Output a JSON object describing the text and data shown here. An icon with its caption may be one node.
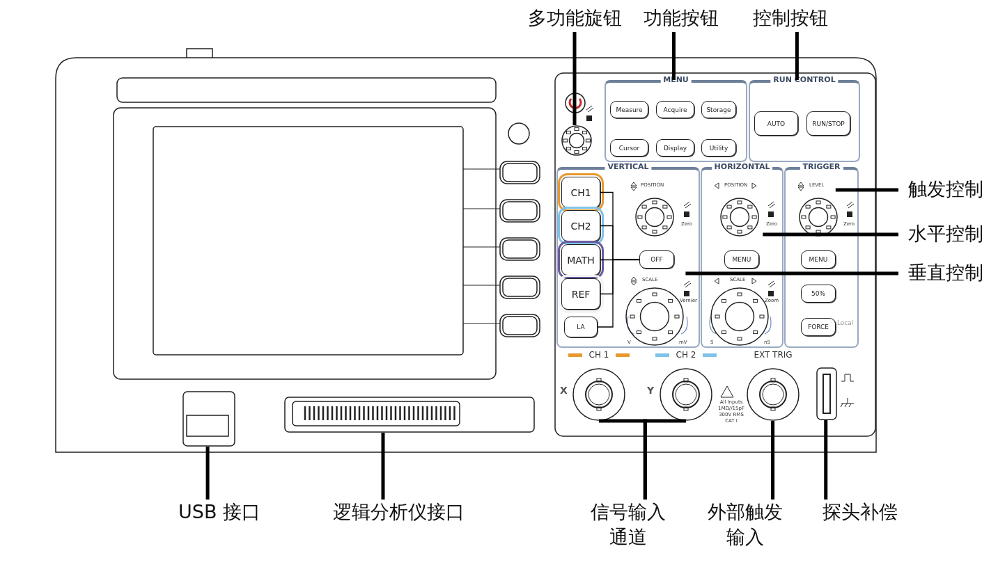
{
  "diagram": {
    "nodes": [
      {
        "text": [
          "多功能旋钮"
        ]
      },
      {
        "text": [
          "功能按钮"
        ]
      },
      {
        "text": [
          "控制按钮"
        ]
      },
      {
        "text": [],
        "shape": "circle"
      },
      {
        "text": [
          "MENU"
        ]
      },
      {
        "text": [
          "Measure"
        ],
        "in": 4
      },
      {
        "text": [
          "Acquire"
        ],
        "in": 4
      },
      {
        "text": [
          "Storage"
        ],
        "in": 4
      },
      {
        "text": [
          "Cursor"
        ],
        "in": 4
      },
      {
        "text": [
          "Display"
        ],
        "in": 4
      },
      {
        "text": [
          "Utility"
        ],
        "in": 4
      },
      {
        "text": [
          "RUN CONTROL"
        ]
      },
      {
        "text": [
          "AUTO"
        ],
        "in": 11
      },
      {
        "text": [
          "RUN/STOP"
        ],
        "in": 11
      },
      {
        "text": [
          "VERTICAL"
        ]
      },
      {
        "text": [
          "CH1"
        ],
        "in": 14
      },
      {
        "text": [
          "CH2"
        ],
        "in": 14
      },
      {
        "text": [
          "MATH"
        ],
        "in": 14
      },
      {
        "text": [
          "REF"
        ],
        "in": 14
      },
      {
        "text": [
          "LA"
        ],
        "in": 14
      },
      {
        "text": [
          "OFF"
        ],
        "in": 14
      },
      {
        "text": [
          "HORIZONTAL"
        ]
      },
      {
        "text": [
          "MENU"
        ],
        "in": 21
      },
      {
        "text": [
          "TRIGGER"
        ]
      },
      {
        "text": [
          "MENU"
        ],
        "in": 23
      },
      {
        "text": [
          "50%"
        ],
        "in": 23
      },
      {
        "text": [
          "FORCE"
        ],
        "in": 23,
        "beside": [
          "Local"
        ]
      },
      {
        "text": [
          "触发控制"
        ]
      },
      {
        "text": [
          "水平控制"
        ]
      },
      {
        "text": [
          "垂直控制"
        ]
      },
      {
        "text": [
          "CH 1"
        ],
        "beside": [
          "X"
        ]
      },
      {
        "text": [
          "CH 2"
        ],
        "beside": [
          "Y"
        ]
      },
      {
        "text": [
          "EXT TRIG"
        ]
      },
      {
        "text": [],
        "shape": "box"
      },
      {
        "text": [],
        "shape": "box"
      },
      {
        "text": [],
        "shape": "box"
      },
      {
        "text": [
          "USB 接口"
        ]
      },
      {
        "text": [
          "逻辑分析仪接口"
        ]
      },
      {
        "text": [
          "信号输入通道"
        ]
      },
      {
        "text": [
          "外部触发输入"
        ]
      },
      {
        "text": [
          "探头补偿"
        ]
      },
      {
        "text": [],
        "shape": "circle",
        "in": 14
      },
      {
        "text": [],
        "shape": "circle",
        "in": 14
      },
      {
        "text": [],
        "shape": "circle",
        "in": 21
      },
      {
        "text": [],
        "shape": "circle",
        "in": 21
      },
      {
        "text": [],
        "shape": "circle",
        "in": 23
      }
    ],
    "edges": [
      {
        "from": 0,
        "to": 3,
        "arrow": "none"
      },
      {
        "from": 1,
        "to": 4,
        "arrow": "none"
      },
      {
        "from": 2,
        "to": 11,
        "arrow": "none"
      },
      {
        "from": 27,
        "to": 23,
        "arrow": "none"
      },
      {
        "from": 28,
        "to": 21,
        "arrow": "none"
      },
      {
        "from": 29,
        "to": 14,
        "arrow": "none"
      },
      {
        "from": 15,
        "to": 20,
        "arrow": "none"
      },
      {
        "from": 16,
        "to": 20,
        "arrow": "none"
      },
      {
        "from": 17,
        "to": 20,
        "arrow": "none"
      },
      {
        "from": 18,
        "to": 20,
        "arrow": "none"
      },
      {
        "from": 19,
        "to": 20,
        "arrow": "none"
      },
      {
        "from": 36,
        "to": 34,
        "arrow": "none"
      },
      {
        "from": 37,
        "to": 35,
        "arrow": "none"
      },
      {
        "from": 38,
        "to": 30,
        "arrow": "none"
      },
      {
        "from": 38,
        "to": 31,
        "arrow": "none"
      },
      {
        "from": 39,
        "to": 32,
        "arrow": "none"
      },
      {
        "from": 40,
        "to": 33,
        "arrow": "none"
      }
    ],
    "labels": [
      "POSITION",
      "Zero",
      "SCALE",
      "Vernier",
      "V",
      "mV",
      "POSITION",
      "Zero",
      "SCALE",
      "Zoom",
      "S",
      "nS",
      "LEVEL",
      "Zero",
      "All Inputs 1MΩ//15pF 300V RMS CAT I"
    ]
  }
}
